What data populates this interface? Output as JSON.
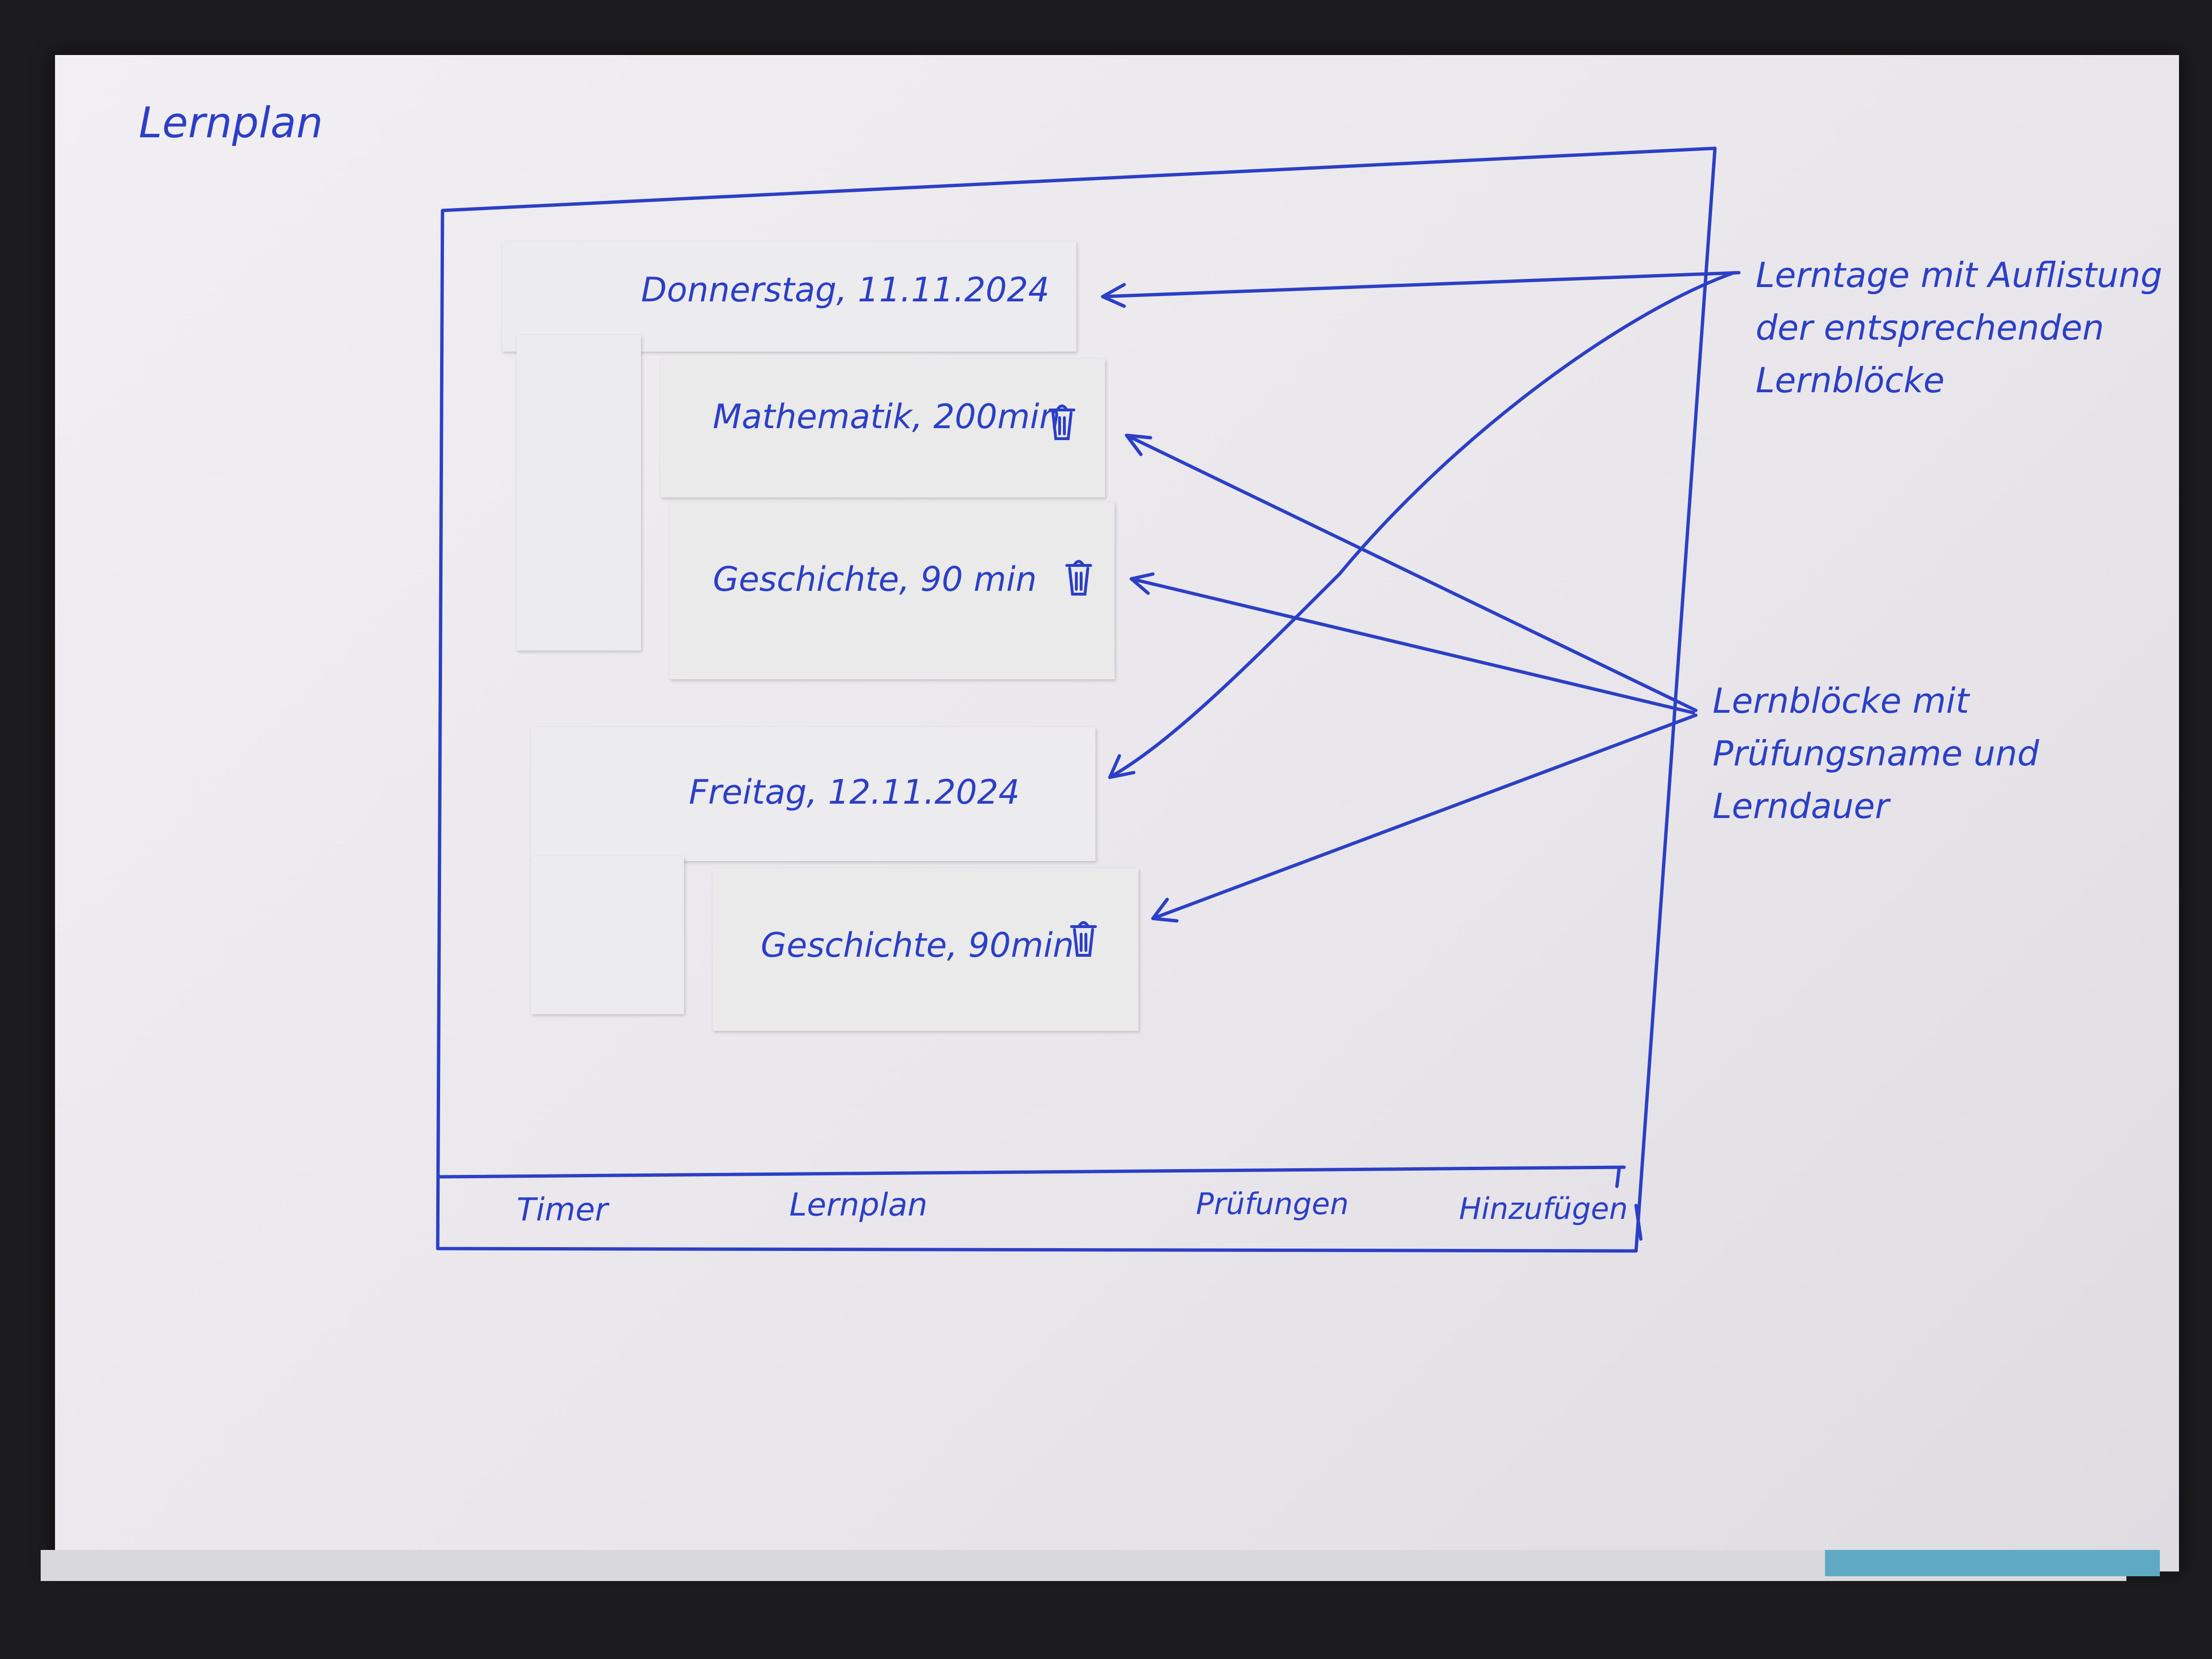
{
  "app": {
    "title": "Lernplan"
  },
  "days": [
    {
      "label": "Donnerstag, 11.11.2024",
      "blocks": [
        {
          "label": "Mathematik, 200min",
          "icon": "trash-icon"
        },
        {
          "label": "Geschichte, 90 min",
          "icon": "trash-icon"
        }
      ]
    },
    {
      "label": "Freitag, 12.11.2024",
      "blocks": [
        {
          "label": "Geschichte, 90min",
          "icon": "trash-icon"
        }
      ]
    }
  ],
  "nav": {
    "items": [
      "Timer",
      "Lernplan",
      "Prüfungen",
      "Hinzufügen"
    ]
  },
  "annotations": {
    "learning_days": [
      "Lerntage mit Auflistung",
      "der entsprechenden",
      "Lernblöcke"
    ],
    "learning_blocks": [
      "Lernblöcke mit",
      "Prüfungsname und",
      "Lerndauer"
    ]
  },
  "colors": {
    "ink": "#2c3fc6",
    "paper": "#efedf0",
    "background": "#1c1c1e"
  }
}
